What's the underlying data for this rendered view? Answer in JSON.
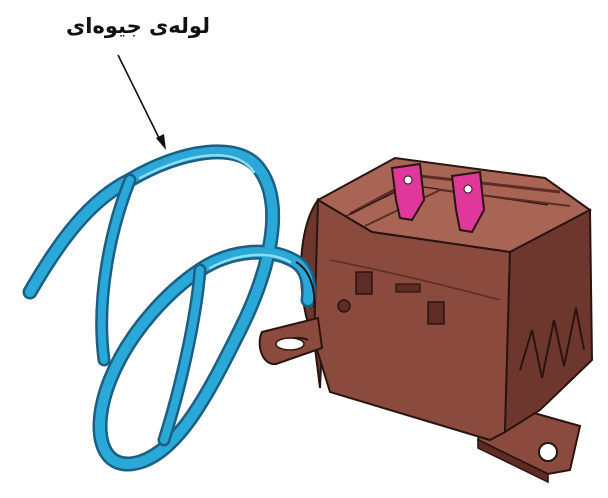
{
  "diagram": {
    "label": "لوله‌ی جیوه‌ای",
    "components": [
      "mercury-tube",
      "thermostat-body",
      "terminal-left",
      "terminal-right",
      "mounting-bracket",
      "mounting-tab"
    ]
  },
  "colors": {
    "tube": "#2aa8d8",
    "tube_outline": "#1b5f85",
    "body": "#8a4a3e",
    "body_dark": "#5e2c24",
    "body_light": "#a86556",
    "terminal": "#e0379a",
    "outline": "#2a1410"
  }
}
